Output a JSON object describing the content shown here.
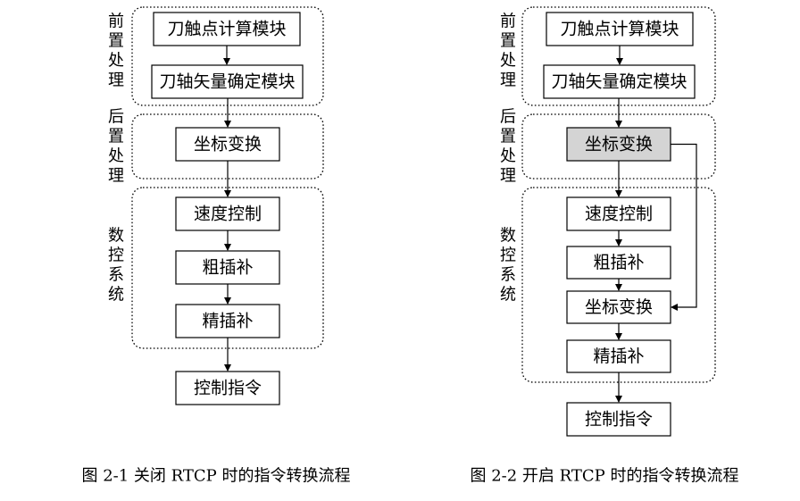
{
  "figure_left": {
    "groups": [
      {
        "label_chars": [
          "前",
          "置",
          "处",
          "理"
        ]
      },
      {
        "label_chars": [
          "后",
          "置",
          "处",
          "理"
        ]
      },
      {
        "label_chars": [
          "数",
          "控",
          "系",
          "统"
        ]
      }
    ],
    "boxes": [
      "刀触点计算模块",
      "刀轴矢量确定模块",
      "坐标变换",
      "速度控制",
      "粗插补",
      "精插补",
      "控制指令"
    ],
    "caption": "图 2-1  关闭 RTCP 时的指令转换流程"
  },
  "figure_right": {
    "groups": [
      {
        "label_chars": [
          "前",
          "置",
          "处",
          "理"
        ]
      },
      {
        "label_chars": [
          "后",
          "置",
          "处",
          "理"
        ]
      },
      {
        "label_chars": [
          "数",
          "控",
          "系",
          "统"
        ]
      }
    ],
    "boxes": [
      "刀触点计算模块",
      "刀轴矢量确定模块",
      "坐标变换",
      "速度控制",
      "粗插补",
      "坐标变换",
      "精插补",
      "控制指令"
    ],
    "caption": "图 2-2  开启 RTCP 时的指令转换流程"
  },
  "colors": {
    "shaded_box": "#d4d4d4"
  }
}
